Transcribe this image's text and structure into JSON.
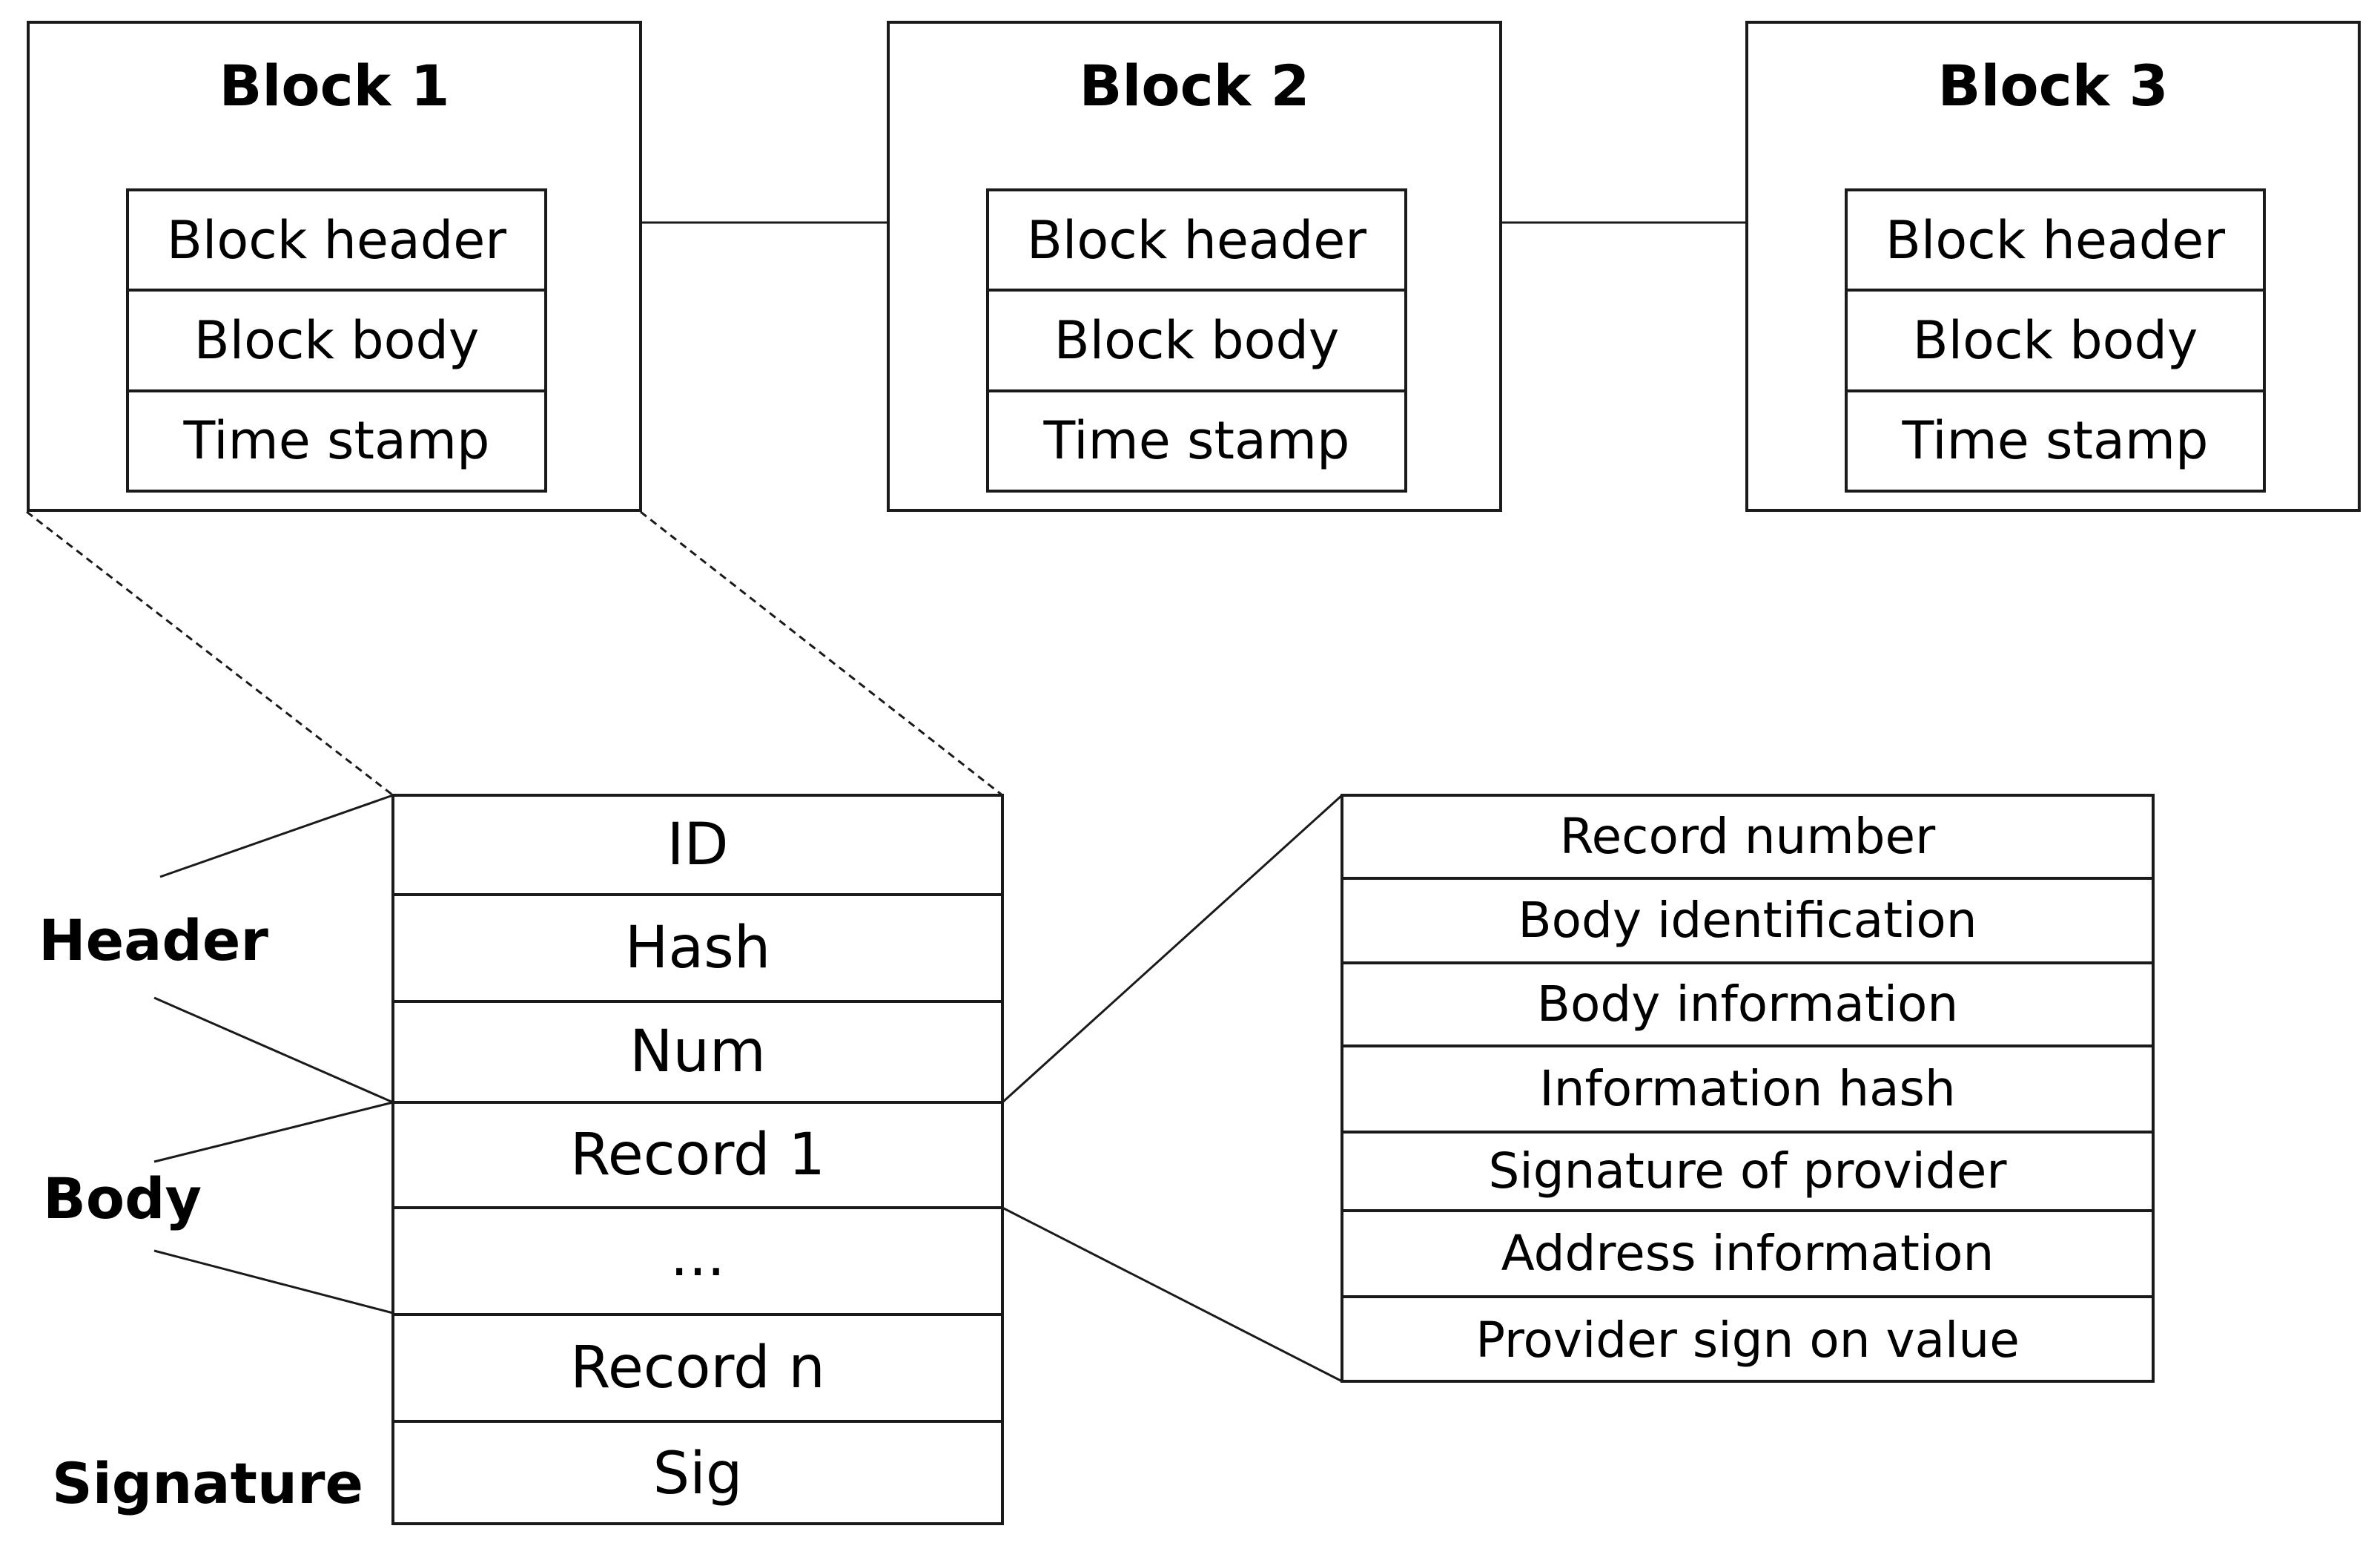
{
  "blocks": [
    {
      "title": "Block 1",
      "fields": [
        "Block header",
        "Block body",
        "Time stamp"
      ]
    },
    {
      "title": "Block 2",
      "fields": [
        "Block header",
        "Block body",
        "Time stamp"
      ]
    },
    {
      "title": "Block 3",
      "fields": [
        "Block header",
        "Block body",
        "Time stamp"
      ]
    }
  ],
  "block_structure": {
    "rows": [
      "ID",
      "Hash",
      "Num",
      "Record 1",
      "...",
      "Record n",
      "Sig"
    ],
    "sections": [
      "Header",
      "Body",
      "Signature"
    ]
  },
  "record_details": [
    "Record number",
    "Body identification",
    "Body information",
    "Information hash",
    "Signature of provider",
    "Address information",
    "Provider sign on value"
  ]
}
